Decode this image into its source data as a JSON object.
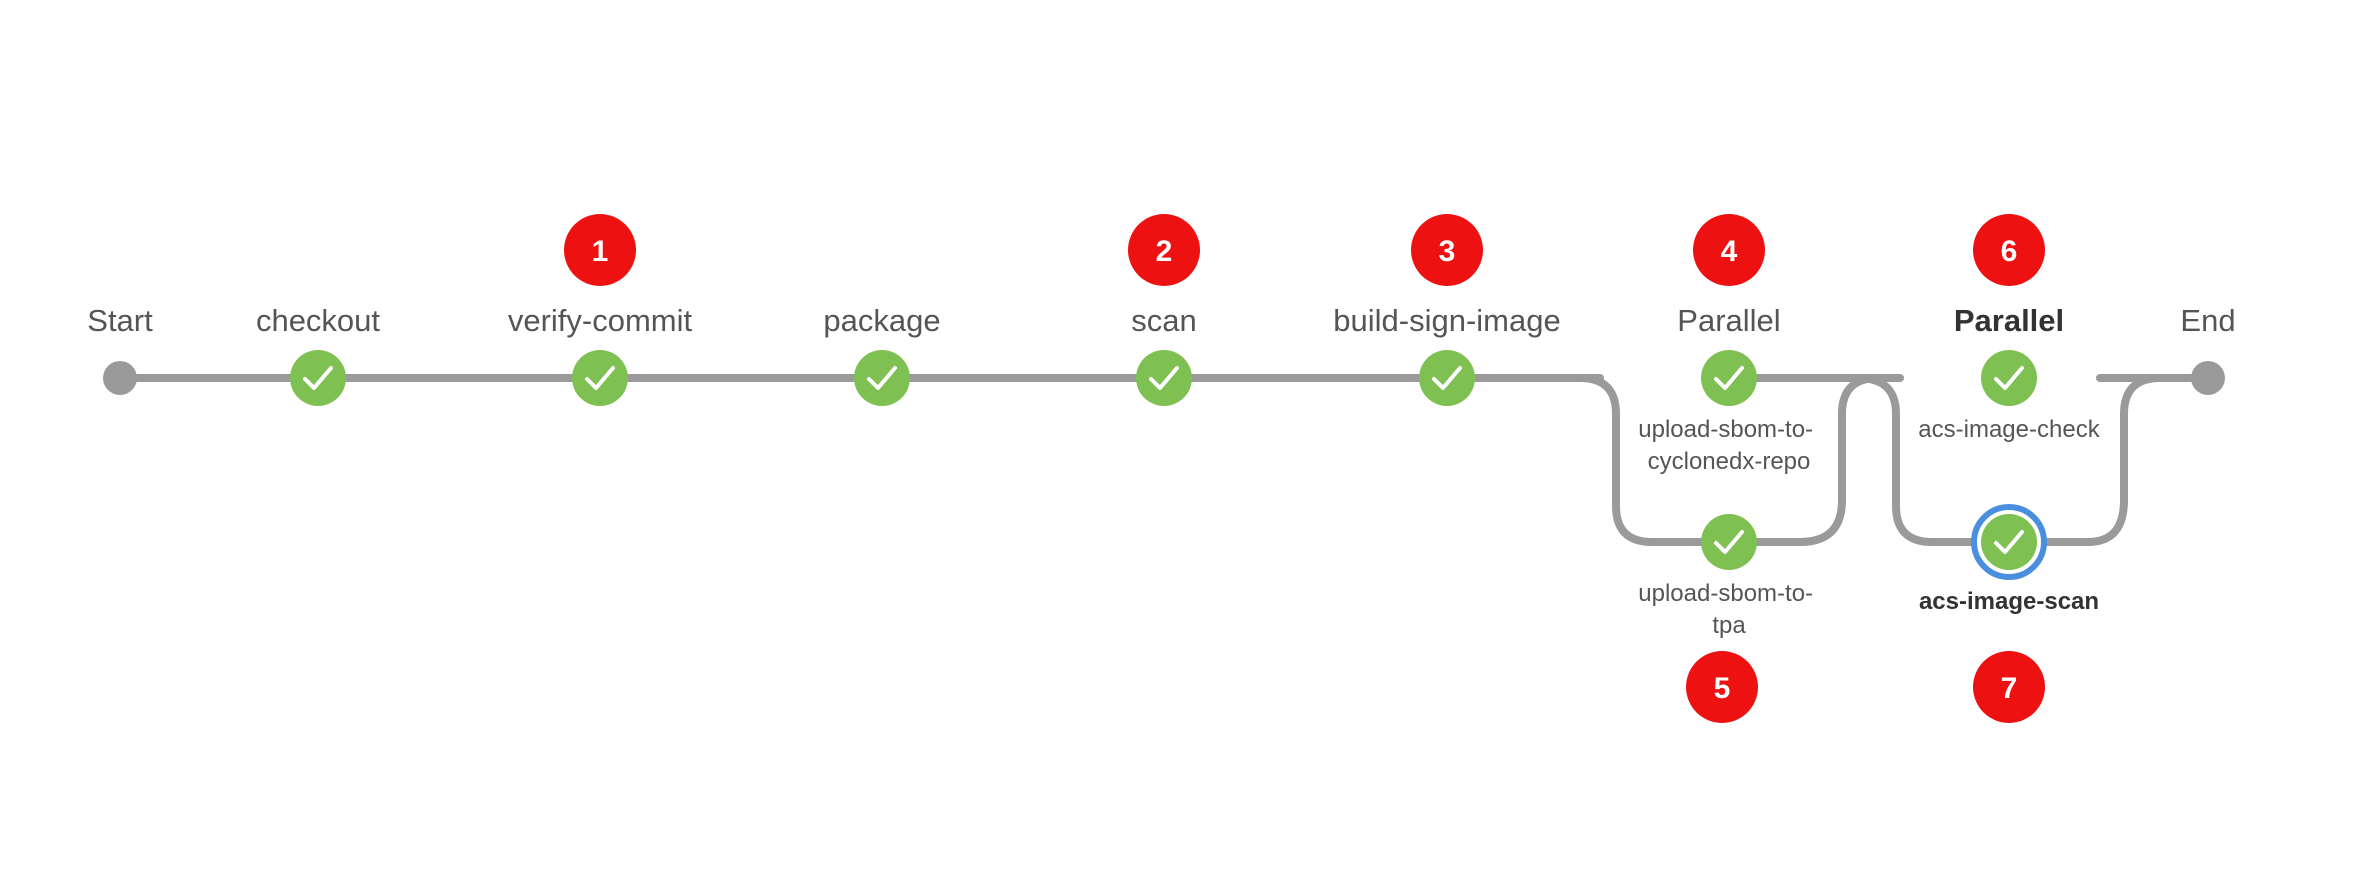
{
  "pipeline": {
    "start_label": "Start",
    "end_label": "End",
    "stages": [
      {
        "label": "checkout",
        "status": "success"
      },
      {
        "label": "verify-commit",
        "status": "success",
        "badge": "1"
      },
      {
        "label": "package",
        "status": "success"
      },
      {
        "label": "scan",
        "status": "success",
        "badge": "2"
      },
      {
        "label": "build-sign-image",
        "status": "success",
        "badge": "3"
      }
    ],
    "parallel_groups": [
      {
        "label": "Parallel",
        "badge": "4",
        "branches": [
          {
            "label_lines": [
              "upload-sbom-to-",
              "cyclonedx-repo"
            ],
            "status": "success"
          },
          {
            "label_lines": [
              "upload-sbom-to-",
              "tpa"
            ],
            "status": "success",
            "badge": "5"
          }
        ]
      },
      {
        "label": "Parallel",
        "badge": "6",
        "selected": true,
        "branches": [
          {
            "label_lines": [
              "acs-image-check"
            ],
            "status": "success"
          },
          {
            "label_lines": [
              "acs-image-scan"
            ],
            "status": "success",
            "badge": "7",
            "selected": true
          }
        ]
      }
    ]
  },
  "colors": {
    "success": "#7ec152",
    "line": "#9a9a9a",
    "badge": "#ee1111",
    "selected_ring": "#4a8ee0",
    "check": "#ffffff"
  }
}
